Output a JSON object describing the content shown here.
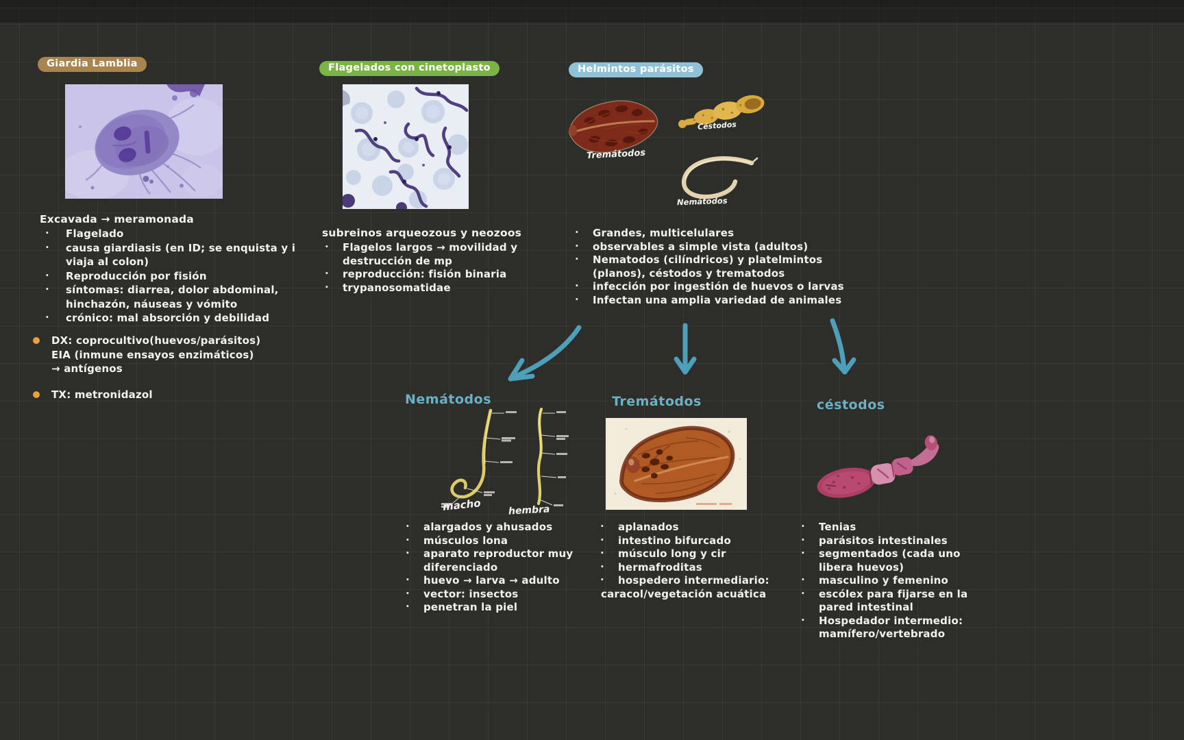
{
  "colors": {
    "background": "#2d2d2a",
    "top_band": "#232321",
    "text": "#f3f2ee",
    "teal_heading": "#6cb0c6",
    "arrow_teal": "#4d9fba",
    "note_bullet_orange": "#ea9f3e",
    "badge_tan": "#a8854f",
    "badge_green": "#79b445",
    "badge_blue": "#8fc2d6"
  },
  "sections": {
    "giardia": {
      "title": "Giardia Lamblia",
      "image": "giardia-trophozoite-micrograph",
      "intro": "Excavada → meramonada",
      "bullets": [
        "Flagelado",
        "causa giardiasis (en ID; se enquista y i viaja al colon)",
        "Reproducción por fisión",
        "síntomas: diarrea, dolor abdominal, hinchazón, náuseas y vómito",
        "crónico: mal absorción y debilidad"
      ],
      "notes": [
        "DX: coprocultivo(huevos/parásitos) EIA (inmune ensayos enzimáticos) → antígenos",
        "TX: metronidazol"
      ]
    },
    "flagelados": {
      "title": "Flagelados con cinetoplasto",
      "image": "trypanosome-blood-smear",
      "intro": "subreinos arqueozous y neozoos",
      "bullets": [
        "Flagelos largos → movilidad y destrucción de mp",
        "reproducción: fisión binaria",
        "trypanosomatidae"
      ]
    },
    "helmintos": {
      "title": "Helmintos parásitos",
      "labels": {
        "trematodos": "Tremátodos",
        "cestodos": "Céstodos",
        "nematodos": "Nemátodos"
      },
      "bullets": [
        "Grandes, multicelulares",
        "observables a simple vista (adultos)",
        "Nematodos (cilíndricos) y platelmintos (planos), céstodos y trematodos",
        "infección por ingestión de huevos o larvas",
        "Infectan una amplia variedad de animales"
      ]
    }
  },
  "subsections": {
    "nematodos": {
      "title": "Nemátodos",
      "labels": {
        "male": "macho",
        "female": "hembra"
      },
      "bullets": [
        "alargados y ahusados",
        "músculos lona",
        "aparato reproductor muy diferenciado",
        "huevo → larva → adulto",
        "vector: insectos",
        "penetran la piel"
      ]
    },
    "trematodos": {
      "title": "Tremátodos",
      "image": "liver-fluke-micrograph",
      "bullets": [
        "aplanados",
        "intestino bifurcado",
        "músculo long y cir",
        "hermafroditas",
        "hospedero intermediario:"
      ],
      "continuation": "caracol/vegetación acuática"
    },
    "cestodos": {
      "title": "céstodos",
      "image": "tapeworm-segments",
      "bullets": [
        "Tenias",
        "parásitos intestinales",
        "segmentados (cada uno libera huevos)",
        "masculino y femenino",
        "escólex para fijarse en la pared intestinal",
        "Hospedador intermedio: mamífero/vertebrado"
      ]
    }
  }
}
